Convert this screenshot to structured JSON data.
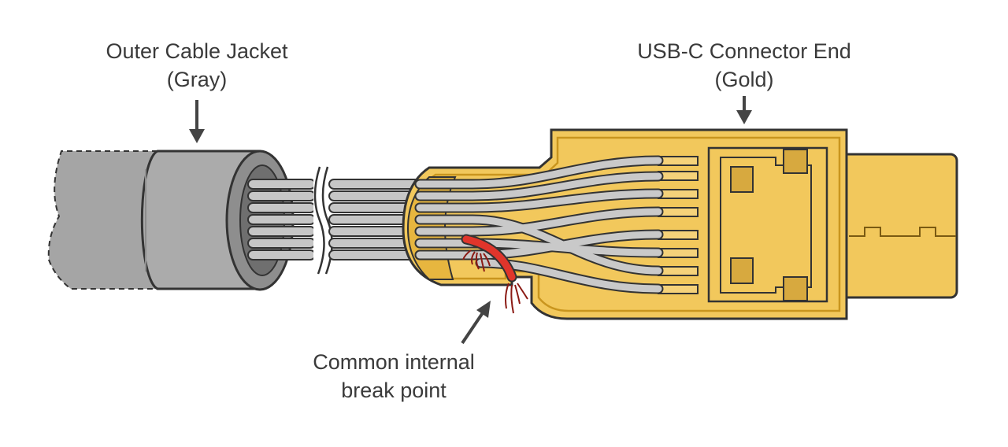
{
  "labels": {
    "jacket": {
      "line1": "Outer Cable Jacket",
      "line2": "(Gray)"
    },
    "connector": {
      "line1": "USB-C Connector End",
      "line2": "(Gold)"
    },
    "break_point": {
      "line1": "Common internal",
      "line2": "break point"
    }
  },
  "colors": {
    "jacket_gray": "#a9a9a9",
    "wire_gray": "#c9c9c9",
    "connector_gold": "#f2c85c",
    "connector_outline": "#c9951e",
    "broken_wire_red": "#e0352b",
    "outline": "#333333"
  }
}
